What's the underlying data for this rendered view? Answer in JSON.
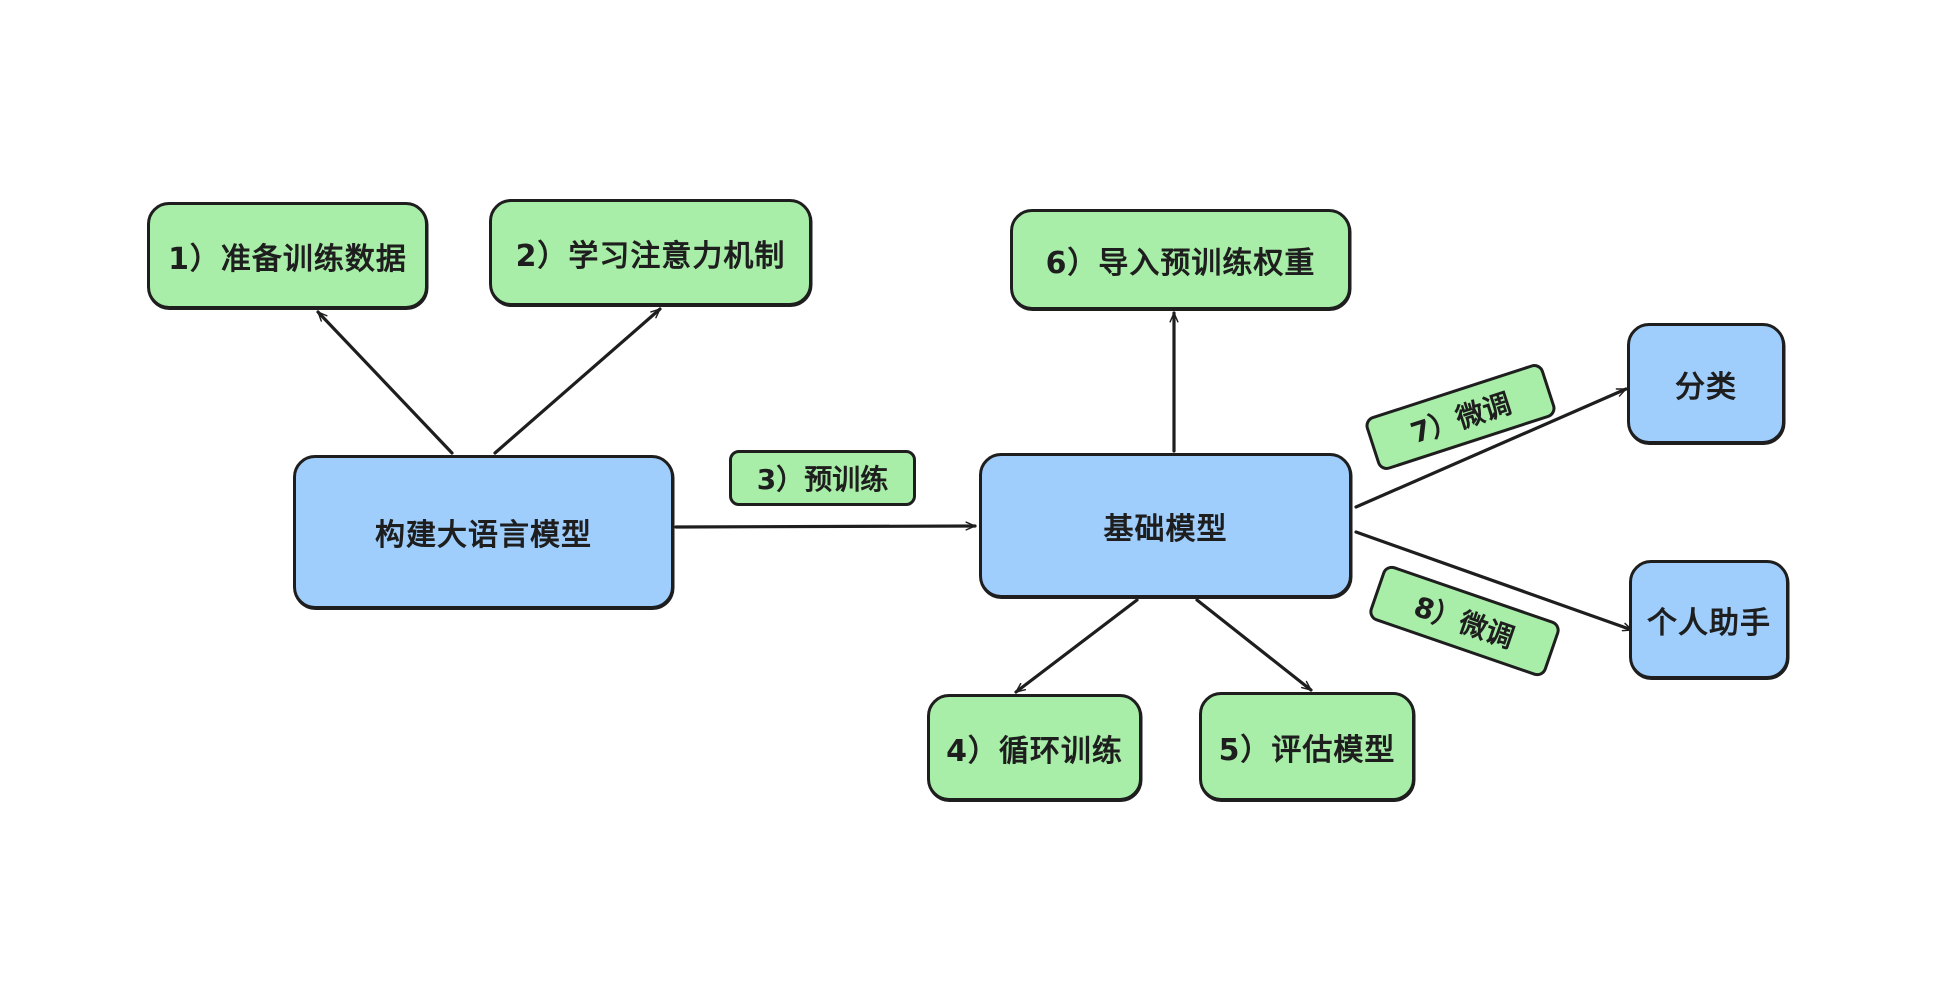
{
  "nodes": {
    "build_llm": "构建大语言模型",
    "prepare_data": "1）准备训练数据",
    "learn_attention": "2）学习注意力机制",
    "base_model": "基础模型",
    "loop_training": "4）循环训练",
    "evaluate_model": "5）评估模型",
    "import_weights": "6）导入预训练权重",
    "classification": "分类",
    "personal_assistant": "个人助手"
  },
  "edge_labels": {
    "pretrain": "3）预训练",
    "finetune_classification": "7）微调",
    "finetune_assistant": "8）微调"
  },
  "colors": {
    "step_box": "#a8eea8",
    "model_box": "#9fcdfc",
    "stroke": "#1e1e1e"
  }
}
